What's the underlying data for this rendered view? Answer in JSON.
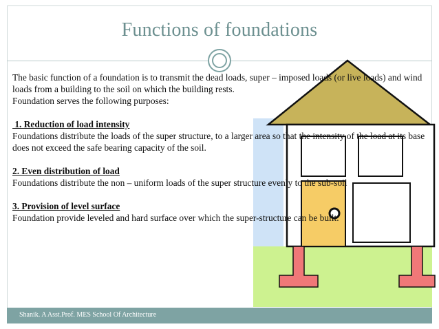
{
  "slide": {
    "title": "Functions of foundations",
    "intro": "The basic function of a foundation is to transmit the dead loads, super – imposed loads (or live loads) and wind loads from a building to the soil on which the building rests.",
    "purposes_lead": "Foundation serves the following purposes:",
    "sections": [
      {
        "heading": " 1. Reduction of load intensity",
        "body": "Foundations distribute the loads of the super structure, to a larger area so that the intensity of the load at its base does not exceed the safe bearing capacity of the soil."
      },
      {
        "heading": "2. Even distribution of load",
        "body": "Foundations distribute the non – uniform loads of the super structure evenly to the sub-soil"
      },
      {
        "heading": "3. Provision of level surface",
        "body": "Foundation provide leveled and hard surface over which the super-structure can be built."
      }
    ]
  },
  "footer": {
    "text": "Shanik. A Asst.Prof. MES School Of Architecture"
  },
  "colors": {
    "accent": "#7ea3a3",
    "roof": "#c7b35a",
    "door": "#f6cc66",
    "ground": "#cdf290",
    "wall_blue": "#cfe3f7",
    "footing": "#f07878"
  },
  "illustration": {
    "subject": "house-on-foundation-icon"
  }
}
